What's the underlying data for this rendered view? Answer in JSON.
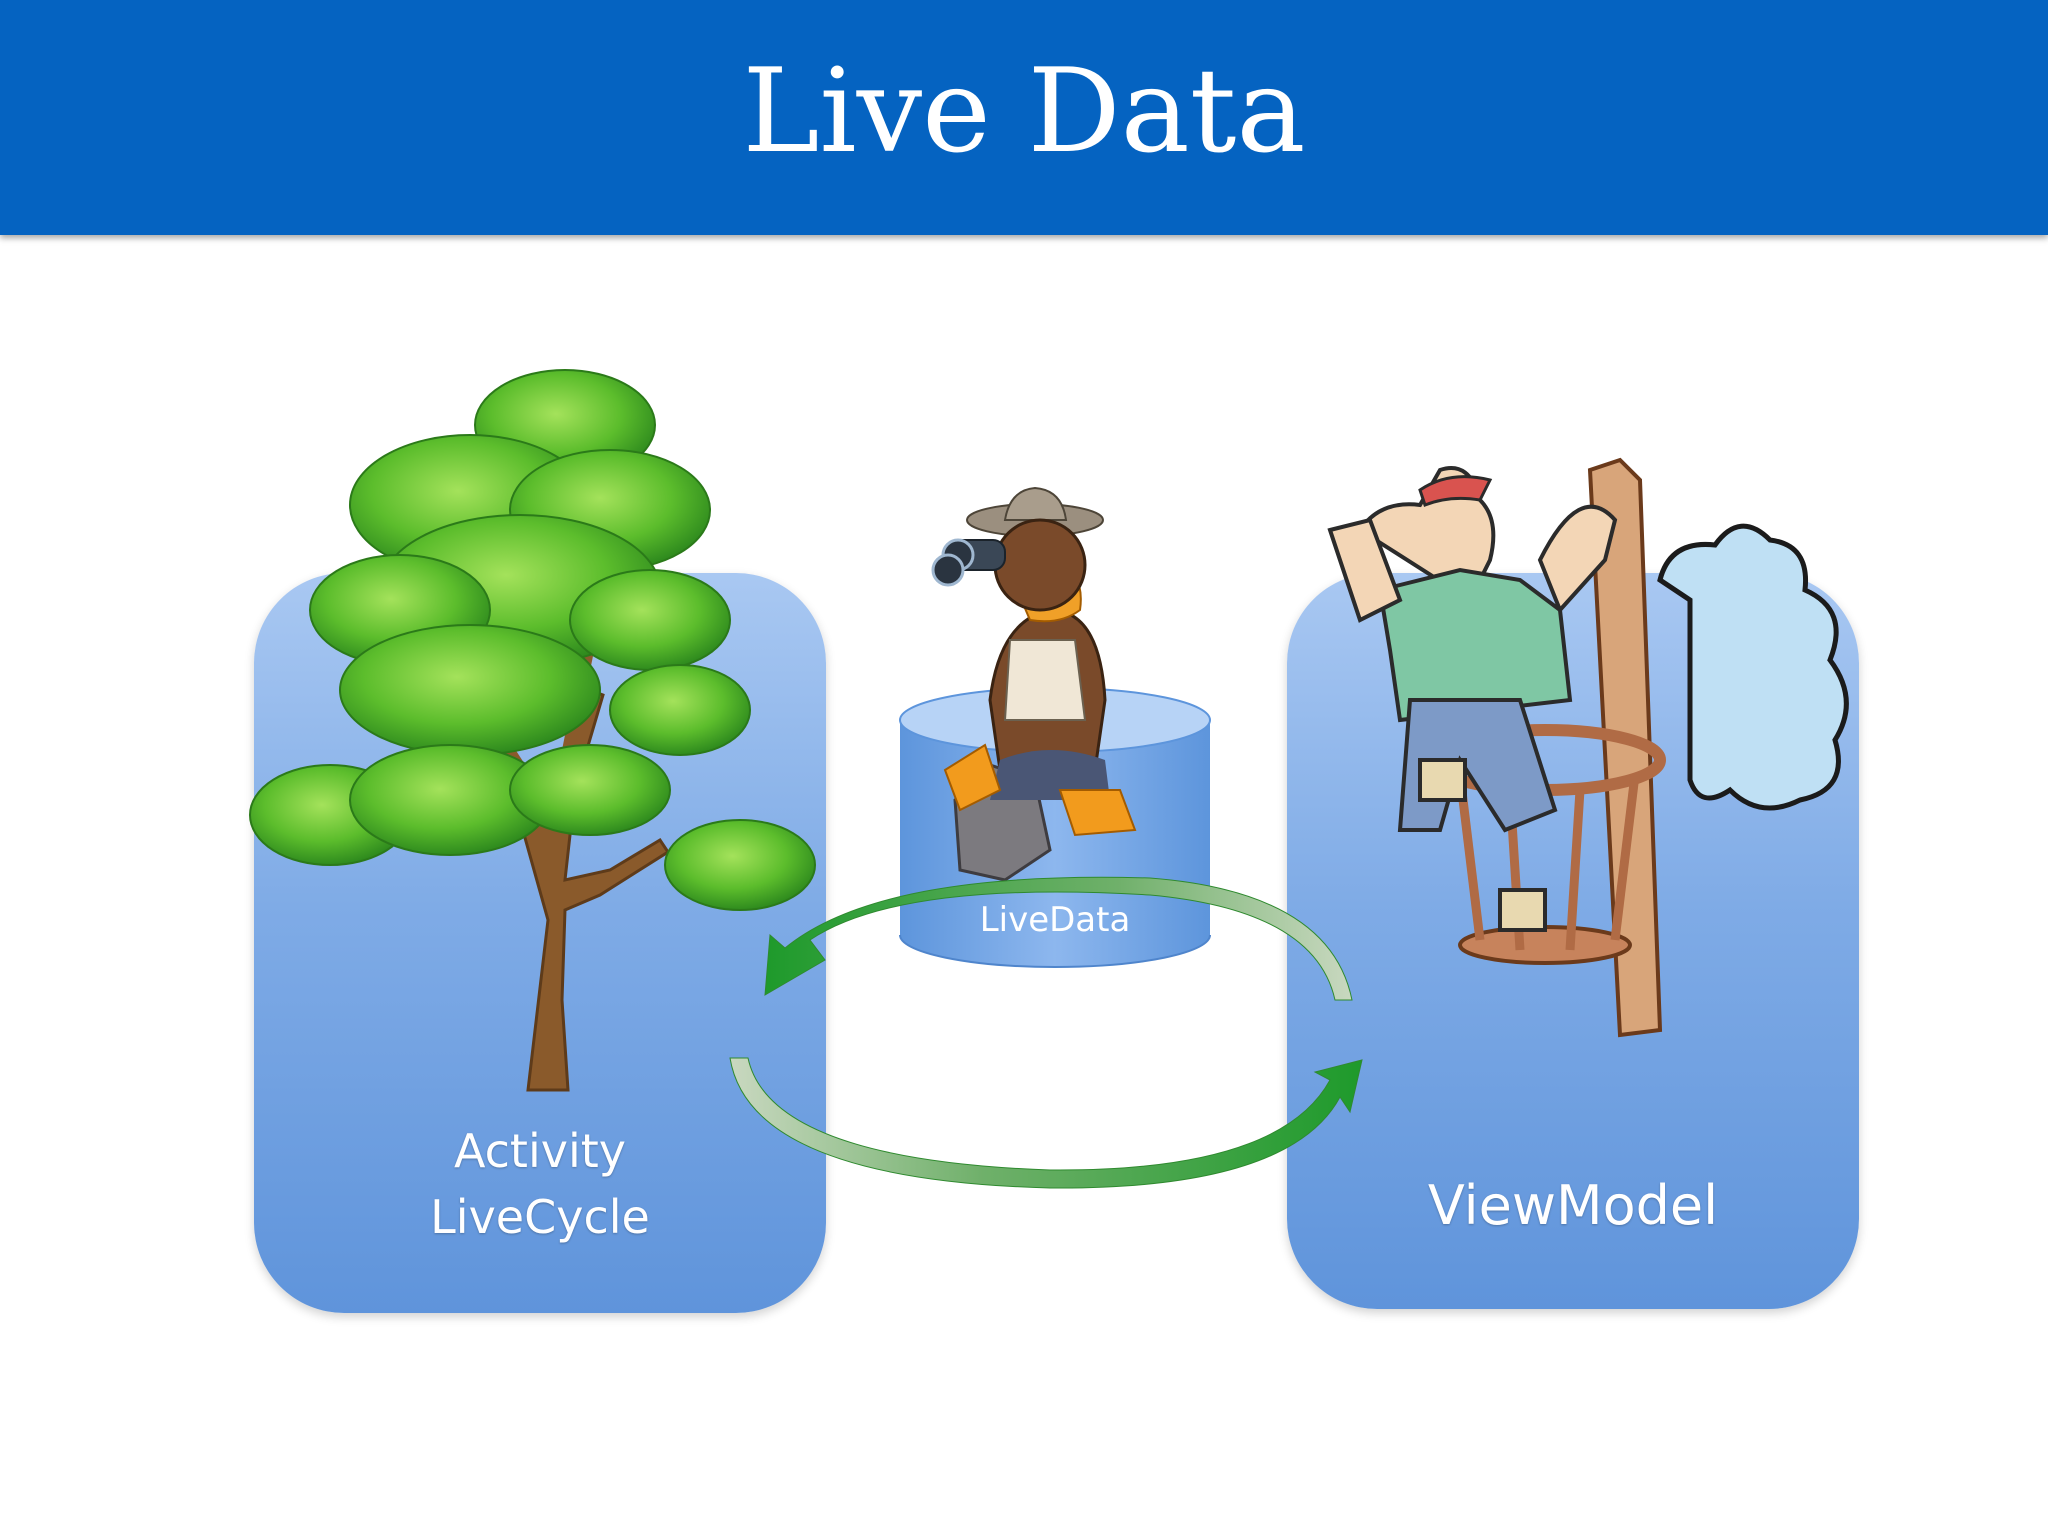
{
  "slide": {
    "title": "Live Data"
  },
  "activity": {
    "line1": "Activity",
    "line2": "LiveCycle"
  },
  "livedata": {
    "label": "LiveData"
  },
  "viewmodel": {
    "label": "ViewModel"
  },
  "colors": {
    "header": "#0563c1",
    "panel_top": "#a9c8f2",
    "panel_bottom": "#5f94db",
    "arrow": "#1f9a2e"
  }
}
